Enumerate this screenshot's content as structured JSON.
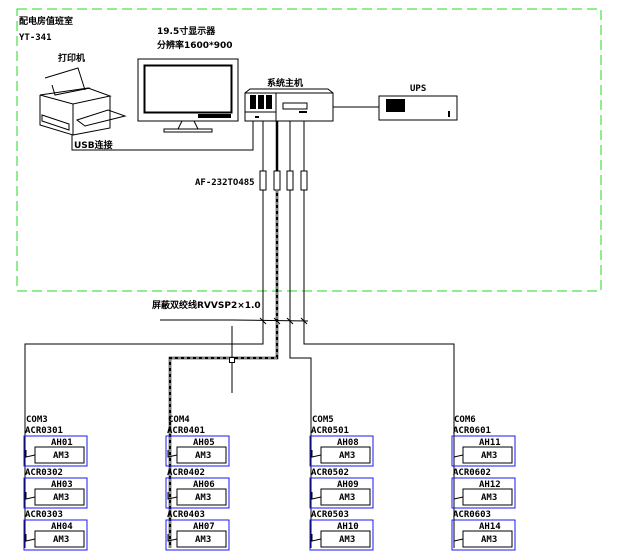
{
  "room": {
    "title": "配电房值班室",
    "code": "YT-341"
  },
  "printer": {
    "label": "打印机"
  },
  "monitor": {
    "label": "19.5寸显示器",
    "resolution": "分辨率1600*900"
  },
  "host": {
    "label": "系统主机"
  },
  "ups": {
    "label": "UPS"
  },
  "usb_label": "USB连接",
  "converter_label": "AF-232TO485",
  "cable_label": "屏蔽双绞线RVVSP2×1.0",
  "colors": {
    "boundary": "#22dd22",
    "module": "#1a1aee"
  },
  "columns": [
    {
      "com": "COM3",
      "modules": [
        {
          "acr": "ACR0301",
          "ah": "AH01",
          "am": "AM3"
        },
        {
          "acr": "ACR0302",
          "ah": "AH03",
          "am": "AM3"
        },
        {
          "acr": "ACR0303",
          "ah": "AH04",
          "am": "AM3"
        }
      ]
    },
    {
      "com": "COM4",
      "modules": [
        {
          "acr": "ACR0401",
          "ah": "AH05",
          "am": "AM3"
        },
        {
          "acr": "ACR0402",
          "ah": "AH06",
          "am": "AM3"
        },
        {
          "acr": "ACR0403",
          "ah": "AH07",
          "am": "AM3"
        }
      ]
    },
    {
      "com": "COM5",
      "modules": [
        {
          "acr": "ACR0501",
          "ah": "AH08",
          "am": "AM3"
        },
        {
          "acr": "ACR0502",
          "ah": "AH09",
          "am": "AM3"
        },
        {
          "acr": "ACR0503",
          "ah": "AH10",
          "am": "AM3"
        }
      ]
    },
    {
      "com": "COM6",
      "modules": [
        {
          "acr": "ACR0601",
          "ah": "AH11",
          "am": "AM3"
        },
        {
          "acr": "ACR0602",
          "ah": "AH12",
          "am": "AM3"
        },
        {
          "acr": "ACR0603",
          "ah": "AH14",
          "am": "AM3"
        }
      ]
    }
  ]
}
